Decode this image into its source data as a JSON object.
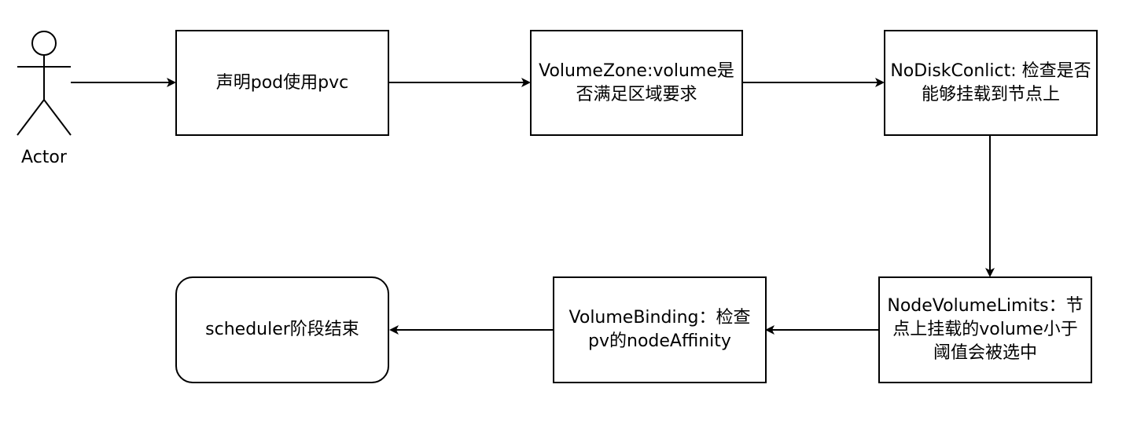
{
  "diagram": {
    "actor": {
      "label": "Actor"
    },
    "nodes": [
      {
        "id": "n1",
        "label": "声明pod使用pvc",
        "shape": "rect"
      },
      {
        "id": "n2",
        "label": "VolumeZone:volume是否满足区域要求",
        "shape": "rect"
      },
      {
        "id": "n3",
        "label": "NoDiskConlict: 检查是否能够挂载到节点上",
        "shape": "rect"
      },
      {
        "id": "n4",
        "label": "NodeVolumeLimits：节点上挂载的volume小于阈值会被选中",
        "shape": "rect"
      },
      {
        "id": "n5",
        "label": "VolumeBinding：检查pv的nodeAffinity",
        "shape": "rect"
      },
      {
        "id": "n6",
        "label": "scheduler阶段结束",
        "shape": "rounded"
      }
    ],
    "edges": [
      {
        "from": "actor",
        "to": "n1"
      },
      {
        "from": "n1",
        "to": "n2"
      },
      {
        "from": "n2",
        "to": "n3"
      },
      {
        "from": "n3",
        "to": "n4"
      },
      {
        "from": "n4",
        "to": "n5"
      },
      {
        "from": "n5",
        "to": "n6"
      }
    ],
    "colors": {
      "stroke": "#000000",
      "fill": "#ffffff",
      "text": "#000000"
    }
  }
}
